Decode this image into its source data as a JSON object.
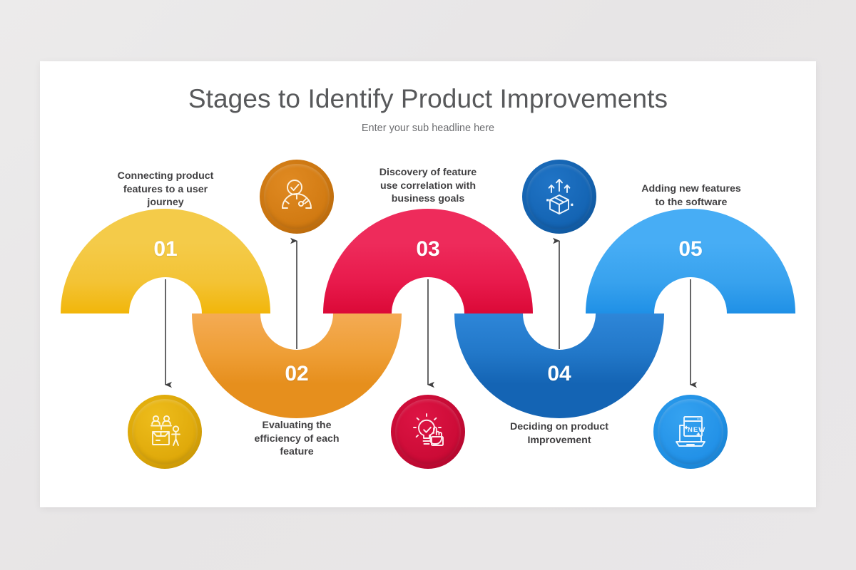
{
  "slide": {
    "title": "Stages to Identify Product Improvements",
    "subtitle": "Enter your sub headline here",
    "background_color": "#e8e6e7",
    "card_color": "#ffffff"
  },
  "stages": [
    {
      "number": "01",
      "label": "Connecting product\nfeatures to a user\njourney",
      "icon": "user-journey-icon",
      "color": "#f0c13c",
      "circle_color": "#dda909",
      "number_position": "wave-top",
      "label_position": "top",
      "circle_position": "bottom",
      "arrow_direction": "down"
    },
    {
      "number": "02",
      "label": "Evaluating the\nefficiency of each\nfeature",
      "icon": "efficiency-gauge-icon",
      "color": "#ef9b36",
      "circle_color": "#dc7a16",
      "number_position": "wave-bottom",
      "label_position": "bottom",
      "circle_position": "top",
      "arrow_direction": "up"
    },
    {
      "number": "03",
      "label": "Discovery of feature\nuse correlation with\nbusiness goals",
      "icon": "idea-selection-icon",
      "color": "#e8194b",
      "circle_color": "#cf0a33",
      "number_position": "wave-top",
      "label_position": "top",
      "circle_position": "bottom",
      "arrow_direction": "down"
    },
    {
      "number": "04",
      "label": "Deciding on product\nImprovement",
      "icon": "product-growth-icon",
      "color": "#1d72c4",
      "circle_color": "#1060ad",
      "number_position": "wave-bottom",
      "label_position": "bottom",
      "circle_position": "top",
      "arrow_direction": "up"
    },
    {
      "number": "05",
      "label": "Adding new features\nto the software",
      "icon": "new-software-icon",
      "color": "#38a3ef",
      "circle_color": "#1f93e8",
      "number_position": "wave-top",
      "label_position": "top",
      "circle_position": "bottom",
      "arrow_direction": "down"
    }
  ],
  "palette": {
    "wave_01_top": "#f3c63f",
    "wave_01_mid": "#f2b90c",
    "wave_02": "#f0a23f",
    "wave_02_dark": "#e79324",
    "wave_03_top": "#ec2354",
    "wave_03_mid": "#dc0a3c",
    "wave_04": "#2a7fd0",
    "wave_04_dark": "#1565b5",
    "wave_05_top": "#41a8f2",
    "wave_05_mid": "#1e90e6",
    "arrow": "#404041",
    "text_dark": "#414042",
    "text_title": "#58595b",
    "text_sub": "#6d6e71",
    "number_text": "#ffffff"
  },
  "icon_glyph_text": {
    "new_software_badge": "NEW"
  }
}
